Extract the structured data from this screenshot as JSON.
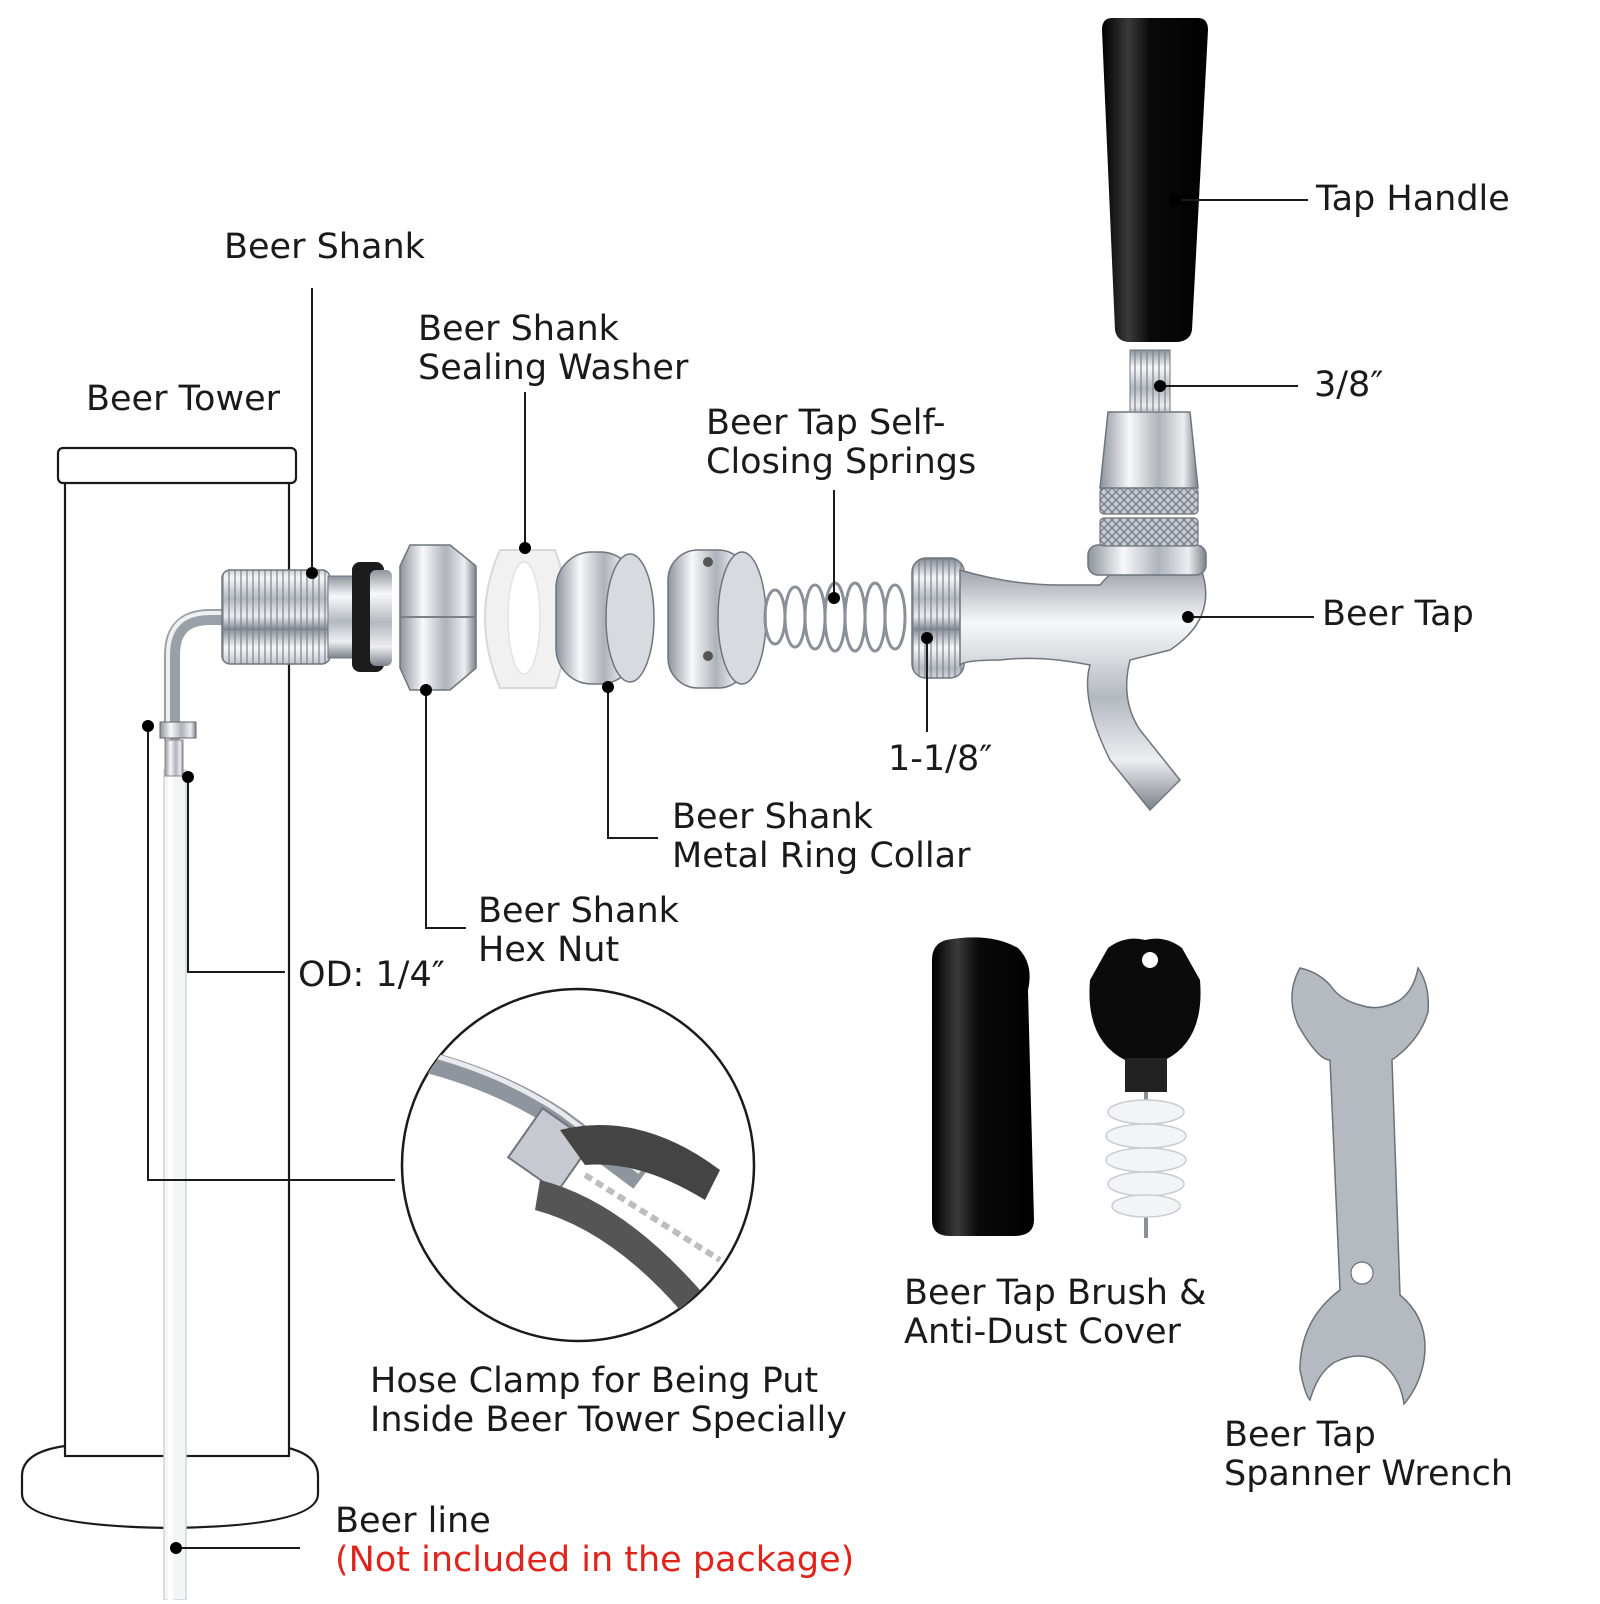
{
  "labels": {
    "beer_shank": "Beer Shank",
    "beer_tower": "Beer Tower",
    "sealing_washer_line1": "Beer Shank",
    "sealing_washer_line2": "Sealing Washer",
    "springs_line1": "Beer Tap Self-",
    "springs_line2": "Closing Springs",
    "tap_handle": "Tap Handle",
    "thread_3_8": "3/8″",
    "beer_tap": "Beer Tap",
    "thread_1_1_8": "1-1/8″",
    "collar_line1": "Beer Shank",
    "collar_line2": "Metal Ring Collar",
    "hex_nut_line1": "Beer Shank",
    "hex_nut_line2": "Hex Nut",
    "od": "OD: 1/4″",
    "hose_clamp_line1": "Hose Clamp for Being Put",
    "hose_clamp_line2": "Inside Beer Tower Specially",
    "brush_line1": "Beer Tap Brush &",
    "brush_line2": "Anti-Dust Cover",
    "wrench_line1": "Beer Tap",
    "wrench_line2": "Spanner Wrench",
    "beer_line": "Beer line",
    "not_included": "(Not included in the package)"
  },
  "colors": {
    "text": "#1a1a1a",
    "warning": "#e0241b",
    "chrome": "#c8ccd2",
    "handle": "#0d0d0d",
    "washer": "#f1f1f1"
  }
}
